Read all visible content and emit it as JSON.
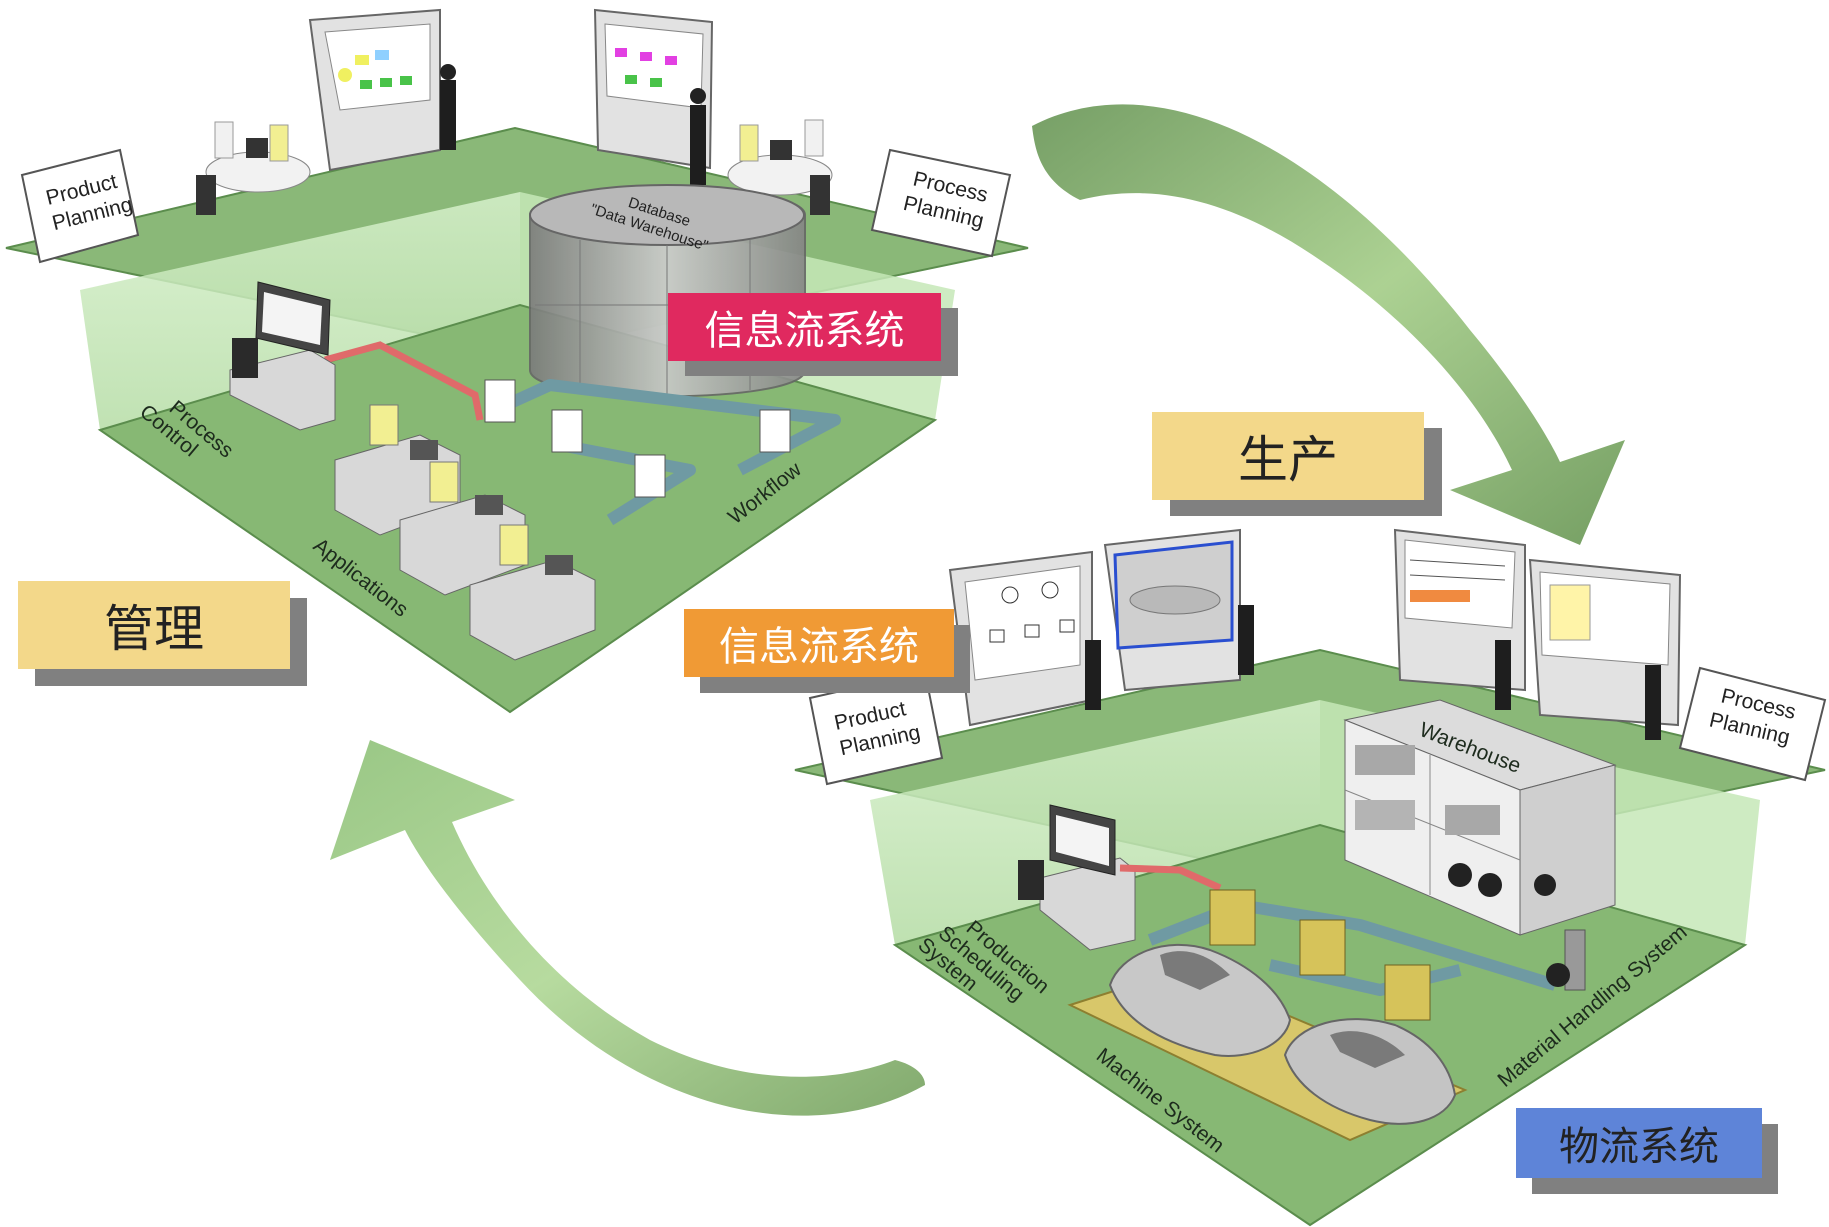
{
  "top_scene": {
    "sign_product_planning": [
      "Product",
      "Planning"
    ],
    "sign_process_planning": [
      "Process",
      "Planning"
    ],
    "database_caption": [
      "Database",
      "\"Data Warehouse\""
    ],
    "process_control": [
      "Process",
      "Control"
    ],
    "applications": "Applications",
    "workflow": "Workflow"
  },
  "bottom_scene": {
    "sign_product_planning": [
      "Product",
      "Planning"
    ],
    "sign_process_planning": [
      "Process",
      "Planning"
    ],
    "warehouse": "Warehouse",
    "production_scheduling": [
      "Production",
      "Scheduling",
      "System"
    ],
    "machine_system": "Machine System",
    "material_handling": "Material Handling System"
  },
  "labels": {
    "info_flow_top": "信息流系统",
    "production": "生产",
    "info_flow_bottom": "信息流系统",
    "management": "管理",
    "logistics": "物流系统"
  },
  "colors": {
    "info_flow_top": "#e0295f",
    "production": "#f3d88a",
    "info_flow_bottom": "#f09a35",
    "management": "#f3d88a",
    "logistics": "#5e84d8",
    "floor": "#87b874",
    "arrow": "#8ebb78"
  }
}
